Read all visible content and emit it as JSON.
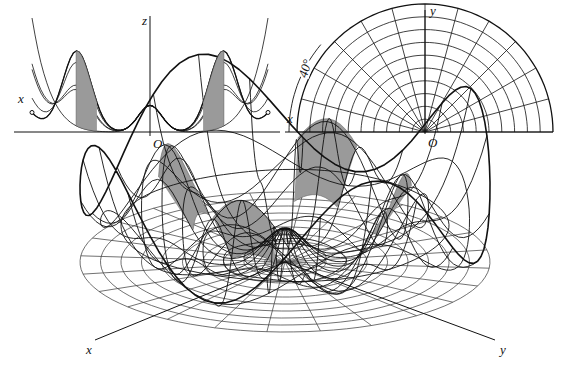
{
  "diagram": {
    "labels": [
      "x",
      "z",
      "O",
      "y",
      "x",
      "O",
      "40°",
      "x",
      "y"
    ]
  }
}
